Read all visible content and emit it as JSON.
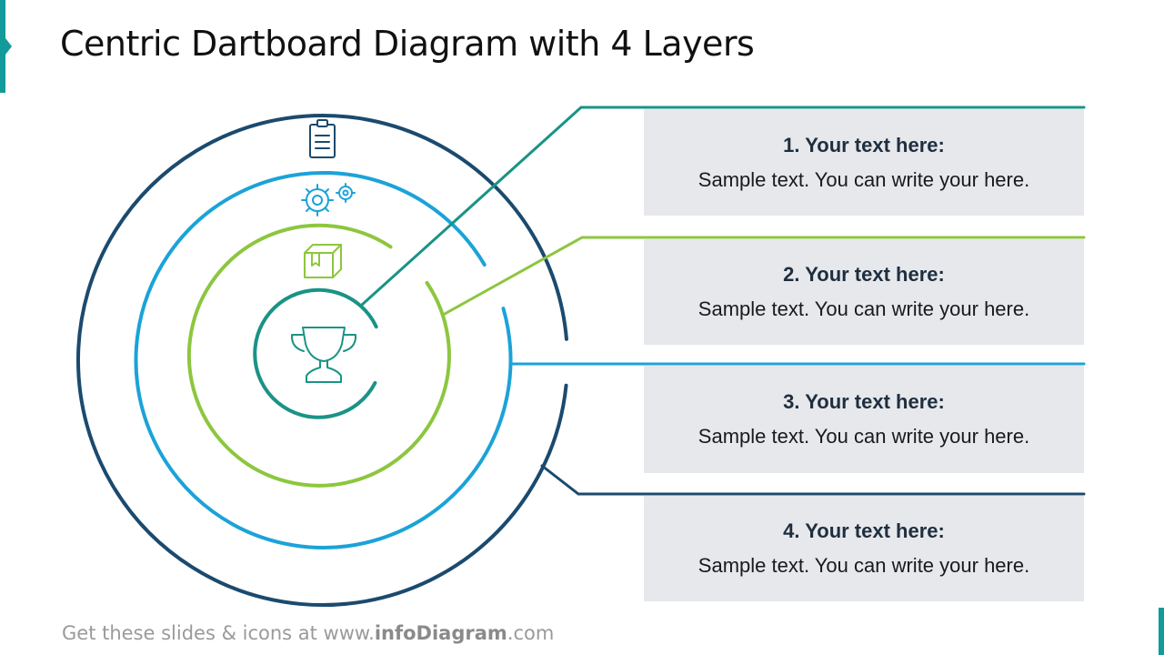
{
  "title": "Centric Dartboard Diagram with 4 Layers",
  "colors": {
    "accent": "#139a9a",
    "layer1": "#1a9385",
    "layer2": "#8dc63f",
    "layer3": "#1ba3d8",
    "layer4": "#1b4a6e",
    "box_bg": "#e6e8ec"
  },
  "icons": {
    "layer1": "trophy-icon",
    "layer2": "box-icon",
    "layer3": "gears-icon",
    "layer4": "clipboard-icon"
  },
  "items": [
    {
      "heading": "1. Your text here:",
      "body": "Sample text. You can write your here."
    },
    {
      "heading": "2. Your text here:",
      "body": "Sample text. You can write your here."
    },
    {
      "heading": "3. Your text here:",
      "body": "Sample text. You can write your here."
    },
    {
      "heading": "4. Your text here:",
      "body": "Sample text. You can write your here."
    }
  ],
  "footer": {
    "prefix": "Get these slides & icons at www.",
    "brand": "infoDiagram",
    "suffix": ".com"
  }
}
